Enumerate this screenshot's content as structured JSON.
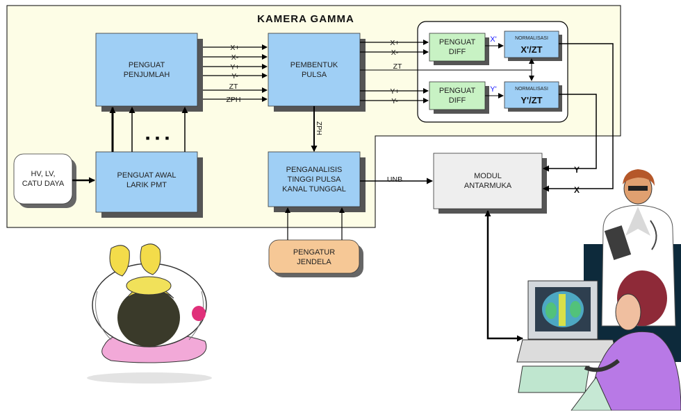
{
  "title": "KAMERA GAMMA",
  "blocks": {
    "penguat_penjumlah": [
      "PENGUAT",
      "PENJUMLAH"
    ],
    "pembentuk_pulsa": [
      "PEMBENTUK",
      "PULSA"
    ],
    "penguat_diff_x": [
      "PENGUAT",
      "DIFF"
    ],
    "penguat_diff_y": [
      "PENGUAT",
      "DIFF"
    ],
    "normalisasi_x": [
      "NORMALISASI",
      "X'/ZT"
    ],
    "normalisasi_y": [
      "NORMALISASI",
      "Y'/ZT"
    ],
    "hv_lv": [
      "HV, LV,",
      "CATU DAYA"
    ],
    "penguat_awal": [
      "PENGUAT AWAL",
      "LARIK PMT"
    ],
    "penganalisis": [
      "PENGANALISIS",
      "TINGGI PULSA",
      "KANAL TUNGGAL"
    ],
    "modul_antarmuka": [
      "MODUL",
      "ANTARMUKA"
    ],
    "pengatur_jendela": [
      "PENGATUR",
      "JENDELA"
    ]
  },
  "signals": {
    "summer_out": [
      "X+",
      "X-",
      "Y+",
      "Y-",
      "ZT",
      "ZPH"
    ],
    "shaper_out_x": [
      "X+",
      "X-"
    ],
    "shaper_out_y": [
      "Y+",
      "Y-"
    ],
    "zt": "ZT",
    "zph_vertical": "ZPH",
    "x_prime": "X'",
    "y_prime": "Y'",
    "unb": "UNB",
    "y_in": "Y",
    "x_in": "X",
    "dots": "■ ■ ■"
  },
  "colors": {
    "frame_fill": "#fdfde6",
    "blue_block": "#9fcff5",
    "green_block": "#c8f2c4",
    "orange_block": "#f6c896",
    "gray_block": "#eeeeee"
  }
}
